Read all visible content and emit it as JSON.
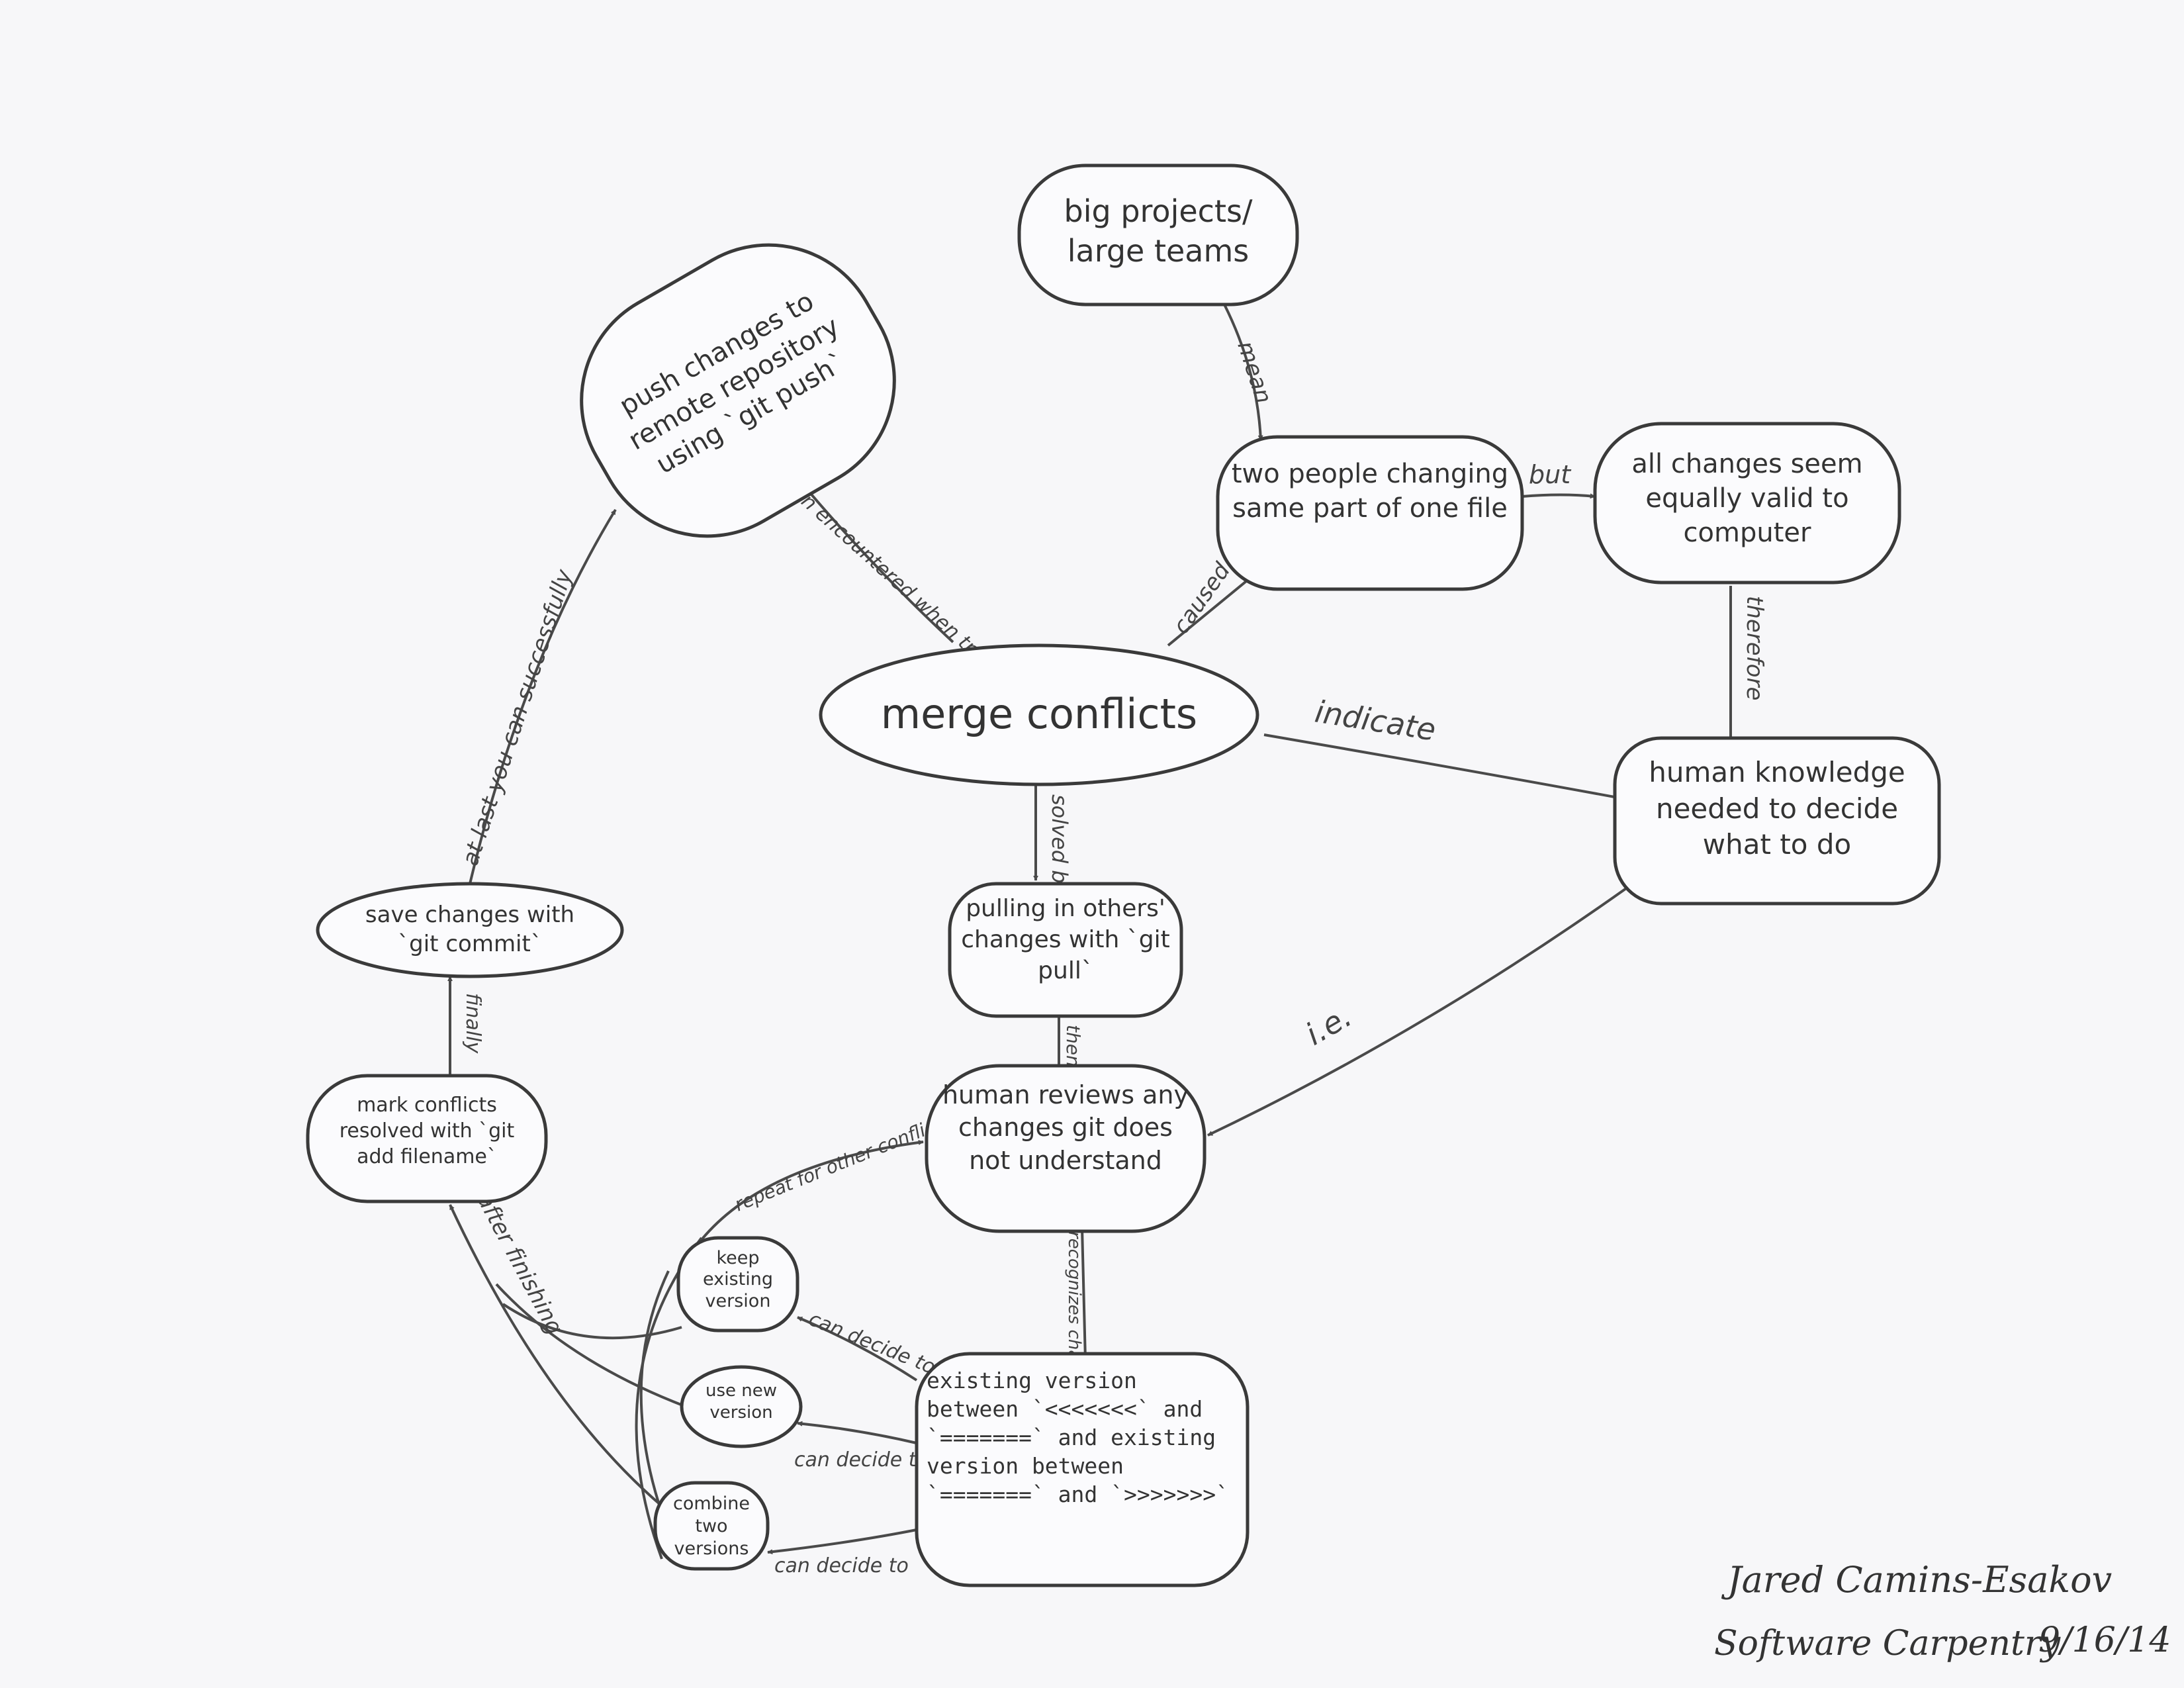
{
  "nodes": [
    {
      "id": "merge",
      "label": "merge conflicts"
    },
    {
      "id": "big",
      "label": "big projects/ large teams"
    },
    {
      "id": "two",
      "label": "two people changing same part of one file"
    },
    {
      "id": "valid",
      "label": "all changes seem equally valid to computer"
    },
    {
      "id": "human",
      "label": "human knowledge needed to decide what to do"
    },
    {
      "id": "push",
      "label": "push changes to remote repository using `git push`"
    },
    {
      "id": "pull",
      "label": "pulling in others' changes with `git pull`"
    },
    {
      "id": "reviews",
      "label": "human reviews any changes git does not understand"
    },
    {
      "id": "save",
      "label": "save changes with `git commit`"
    },
    {
      "id": "mark",
      "label": "mark conflicts resolved with `git add filename`"
    },
    {
      "id": "existing",
      "label": "existing version between `<<<<<<<` and `=======` and existing version between `=======` and `>>>>>>>`"
    },
    {
      "id": "keep",
      "label": "keep existing version"
    },
    {
      "id": "usenew",
      "label": "use new version"
    },
    {
      "id": "combine",
      "label": "combine two versions"
    }
  ],
  "edges": [
    {
      "id": "big-two",
      "label": "mean"
    },
    {
      "id": "merge-two",
      "label": "caused by"
    },
    {
      "id": "two-valid",
      "label": "but"
    },
    {
      "id": "valid-human",
      "label": "therefore"
    },
    {
      "id": "merge-human",
      "label": "indicate"
    },
    {
      "id": "merge-push",
      "label": "often encountered when trying to"
    },
    {
      "id": "merge-pull",
      "label": "solved by"
    },
    {
      "id": "human-reviews",
      "label": "i.e."
    },
    {
      "id": "pull-reviews",
      "label": "then"
    },
    {
      "id": "reviews-existing",
      "label": "recognizes changes because"
    },
    {
      "id": "existing-keep",
      "label": "can decide to"
    },
    {
      "id": "existing-usenew",
      "label": "can decide to"
    },
    {
      "id": "existing-combine",
      "label": "can decide to"
    },
    {
      "id": "options-mark",
      "label": "after finishing"
    },
    {
      "id": "options-reviews",
      "label": "repeat for other conflicts"
    },
    {
      "id": "mark-save",
      "label": "finally"
    },
    {
      "id": "save-push",
      "label": "at last you can successfully"
    }
  ],
  "signature": {
    "name": "Jared Camins-Esakov",
    "org": "Software Carpentry",
    "date": "9/16/14"
  }
}
